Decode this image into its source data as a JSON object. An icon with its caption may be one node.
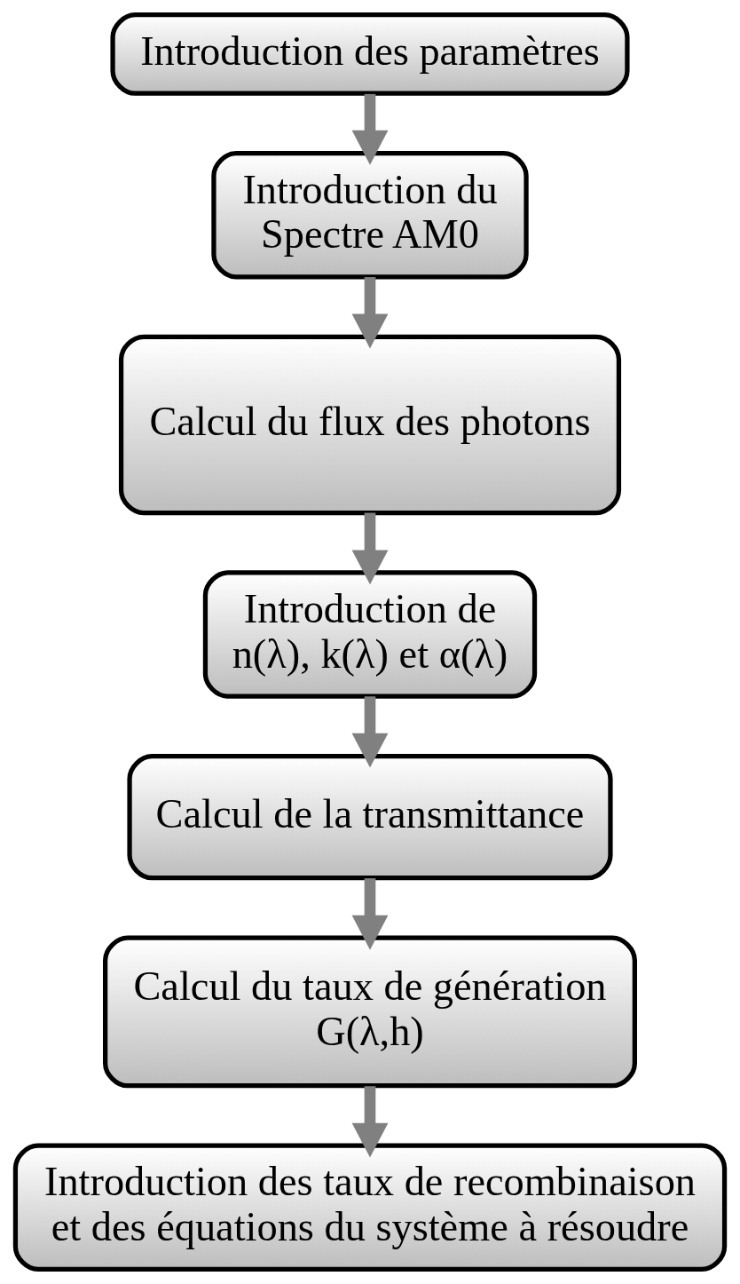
{
  "diagram": {
    "nodes": [
      {
        "text": [
          "Introduction des paramètres"
        ]
      },
      {
        "text": [
          "Introduction du Spectre AM0"
        ]
      },
      {
        "text": [
          "Calcul du flux des photons"
        ]
      },
      {
        "text": [
          "Introduction de n(λ), k(λ) et α(λ)"
        ]
      },
      {
        "text": [
          "Calcul de la transmittance"
        ]
      },
      {
        "text": [
          "Calcul du taux de génération G(λ,h)"
        ]
      },
      {
        "text": [
          "Introduction des taux de recombinaison et des équations du système à résoudre"
        ]
      }
    ],
    "edges": [
      {
        "from": 0,
        "to": 1,
        "arrow": "to"
      },
      {
        "from": 1,
        "to": 2,
        "arrow": "to"
      },
      {
        "from": 2,
        "to": 3,
        "arrow": "to"
      },
      {
        "from": 3,
        "to": 4,
        "arrow": "to"
      },
      {
        "from": 4,
        "to": 5,
        "arrow": "to"
      },
      {
        "from": 5,
        "to": 6,
        "arrow": "to"
      }
    ]
  }
}
